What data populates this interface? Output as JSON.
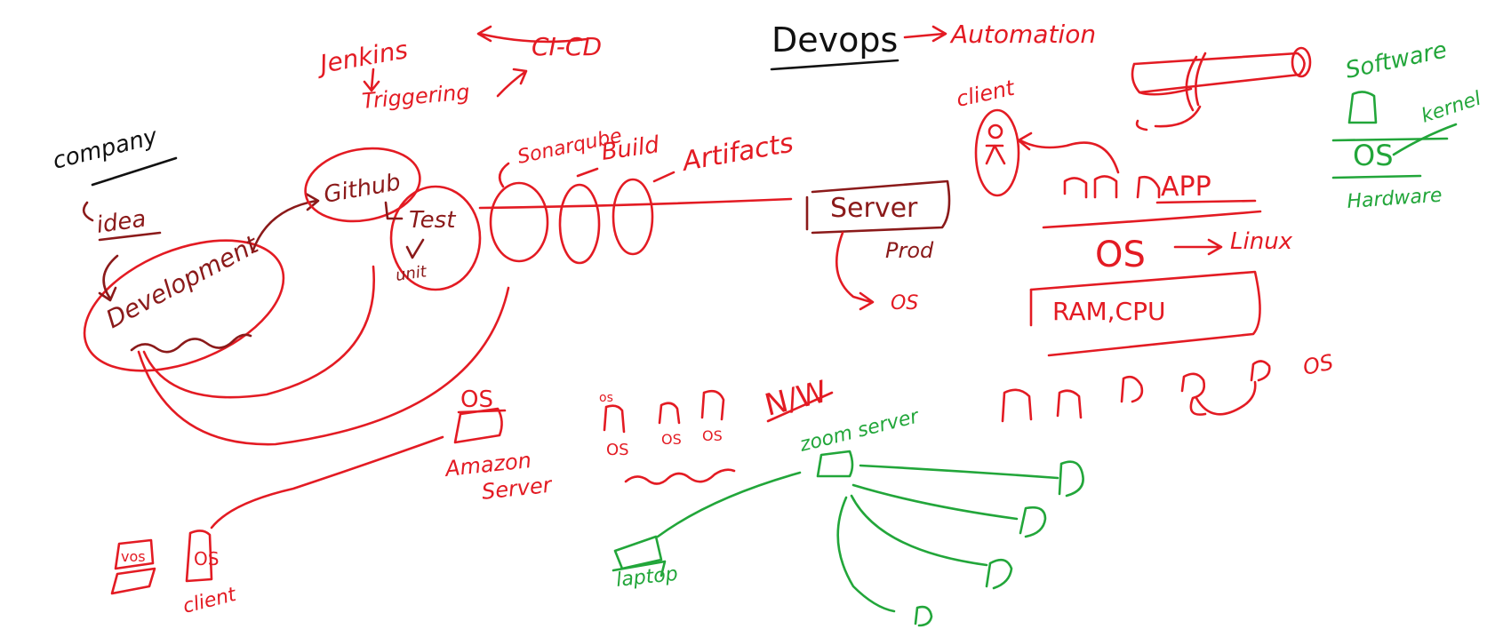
{
  "colors": {
    "red": "#e31b23",
    "maroon": "#8b1a1a",
    "black": "#111111",
    "green": "#22a63a",
    "background": "#ffffff"
  },
  "header": {
    "title": "Devops",
    "arrow_target": "Automation"
  },
  "pipeline": {
    "jenkins": "Jenkins",
    "triggering": "Triggering",
    "cicd": "CI-CD",
    "company": "company",
    "idea": "idea",
    "development": "Development",
    "github": "Github",
    "test": "Test",
    "unit": "unit",
    "sonarqube": "Sonarqube",
    "build": "Build",
    "artifacts": "Artifacts",
    "server": "Server",
    "prod": "Prod",
    "server_os": "OS"
  },
  "app_stack": {
    "client": "client",
    "app": "APP",
    "os": "OS",
    "linux": "Linux",
    "ram_cpu": "RAM,CPU"
  },
  "layers": {
    "software": "Software",
    "kernel": "kernel",
    "os": "OS",
    "hardware": "Hardware"
  },
  "bottom": {
    "amazon_os": "OS",
    "amazon_server": "Amazon\nServer",
    "vos": "vos",
    "client_os": "OS",
    "client": "client",
    "small_os_top": "os",
    "os_labels": [
      "OS",
      "OS",
      "OS"
    ],
    "nw": "N/W",
    "zoom_server": "zoom server",
    "laptop": "laptop",
    "right_os": "OS"
  }
}
